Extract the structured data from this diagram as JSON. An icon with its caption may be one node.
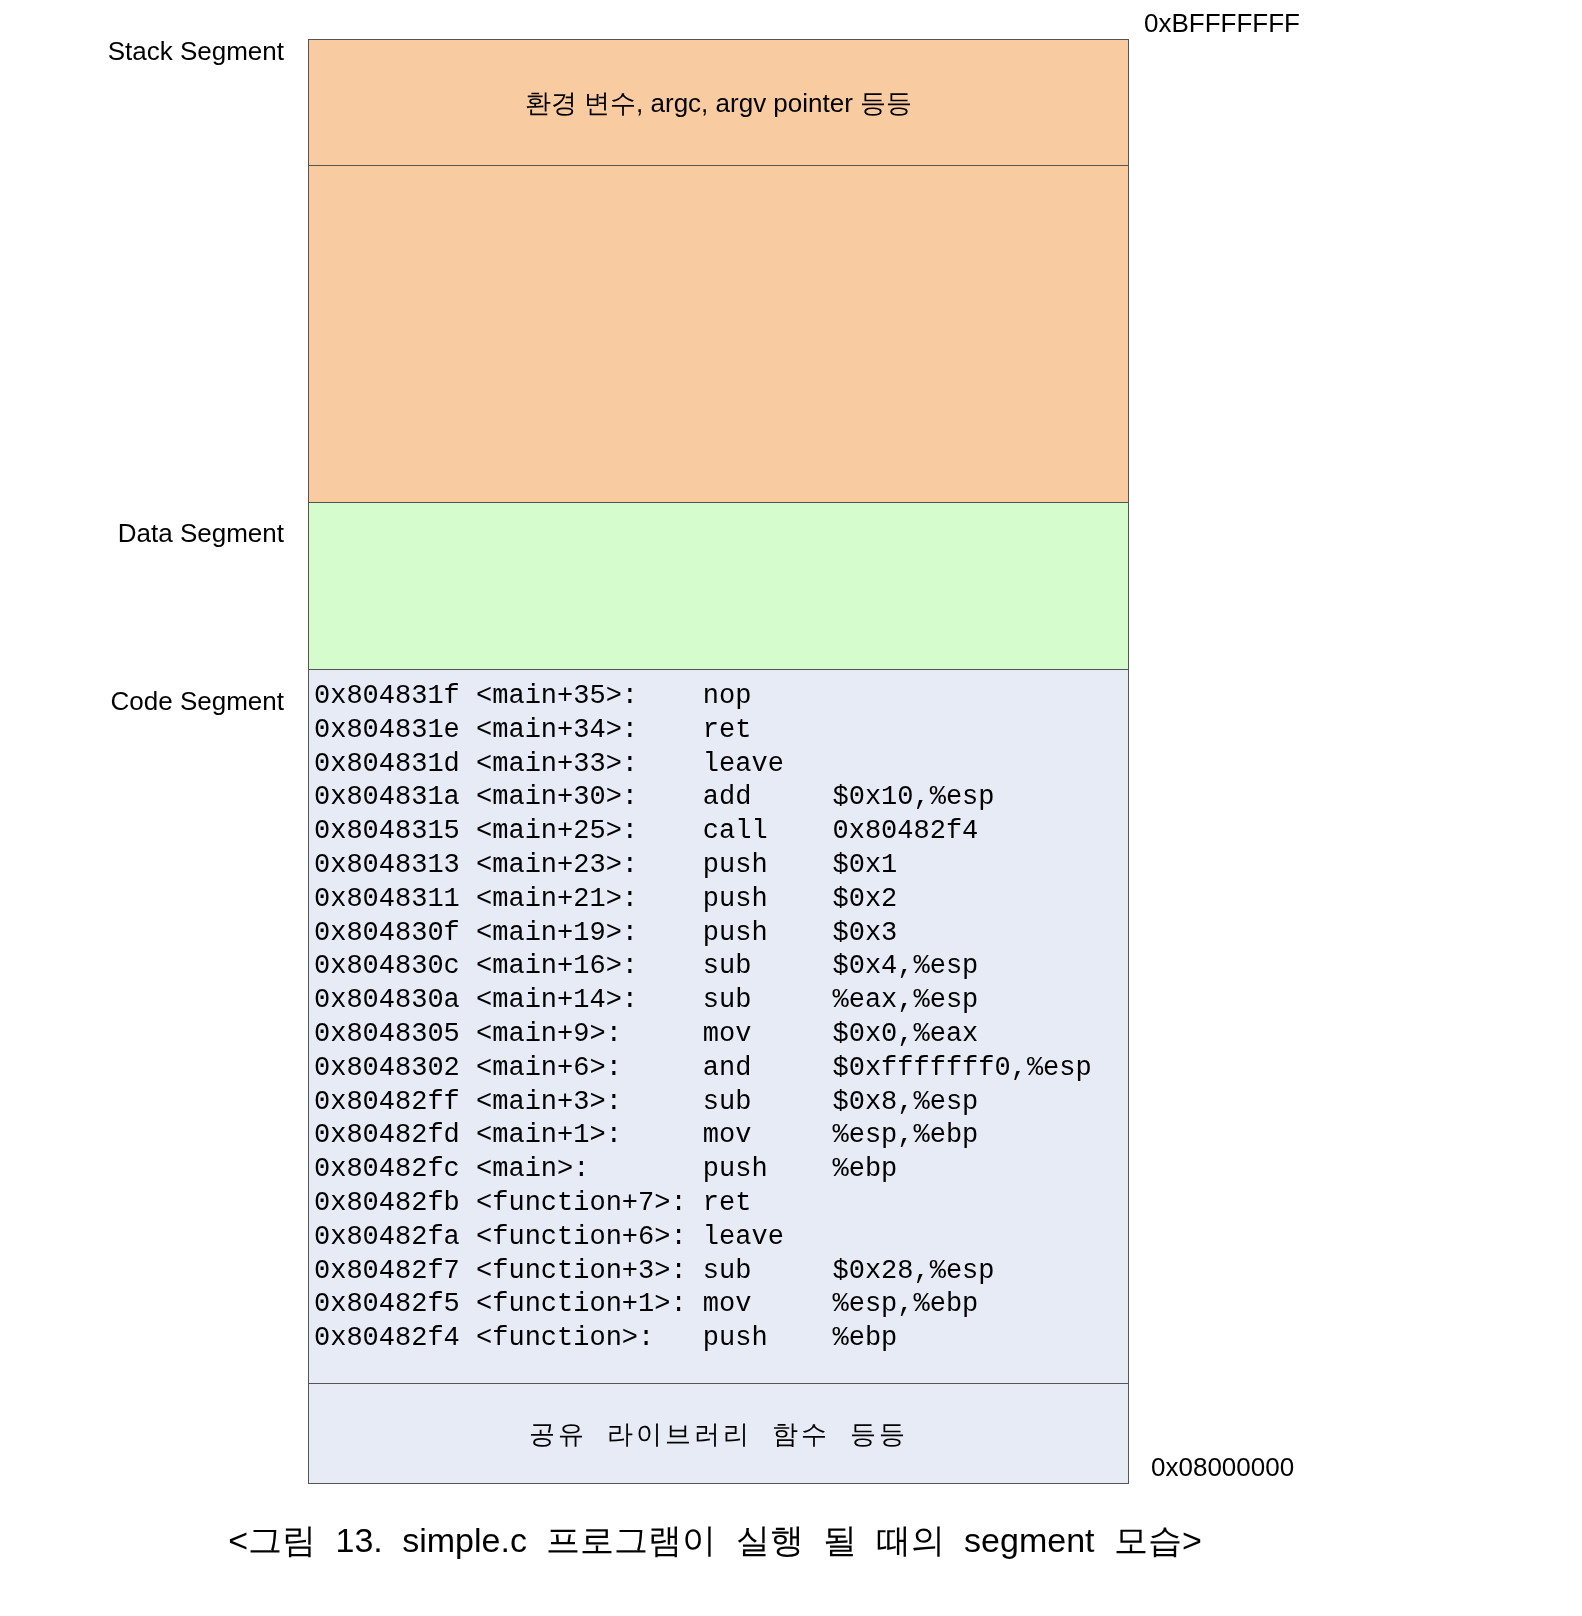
{
  "diagram": {
    "caption": "<그림 13. simple.c 프로그램이 실행 될 때의 segment 모습>",
    "nodes": [
      {
        "text": [
          "환경 변수, argc, argv pointer 등등"
        ]
      },
      {
        "text": [],
        "shape": "box"
      },
      {
        "text": [],
        "shape": "box"
      },
      {
        "text": [
          "0x804831f <main+35>:    nop",
          "0x804831e <main+34>:    ret",
          "0x804831d <main+33>:    leave",
          "0x804831a <main+30>:    add     $0x10,%esp",
          "0x8048315 <main+25>:    call    0x80482f4",
          "0x8048313 <main+23>:    push    $0x1",
          "0x8048311 <main+21>:    push    $0x2",
          "0x804830f <main+19>:    push    $0x3",
          "0x804830c <main+16>:    sub     $0x4,%esp",
          "0x804830a <main+14>:    sub     %eax,%esp",
          "0x8048305 <main+9>:     mov     $0x0,%eax",
          "0x8048302 <main+6>:     and     $0xfffffff0,%esp",
          "0x80482ff <main+3>:     sub     $0x8,%esp",
          "0x80482fd <main+1>:     mov     %esp,%ebp",
          "0x80482fc <main>:       push    %ebp",
          "0x80482fb <function+7>: ret",
          "0x80482fa <function+6>: leave",
          "0x80482f7 <function+3>: sub     $0x28,%esp",
          "0x80482f5 <function+1>: mov     %esp,%ebp",
          "0x80482f4 <function>:   push    %ebp"
        ]
      },
      {
        "text": [
          "공유 라이브러리 함수 등등"
        ]
      }
    ],
    "labels": [
      "0xBFFFFFFF",
      "Stack Segment",
      "Data Segment",
      "Code Segment",
      "0x08000000"
    ]
  }
}
